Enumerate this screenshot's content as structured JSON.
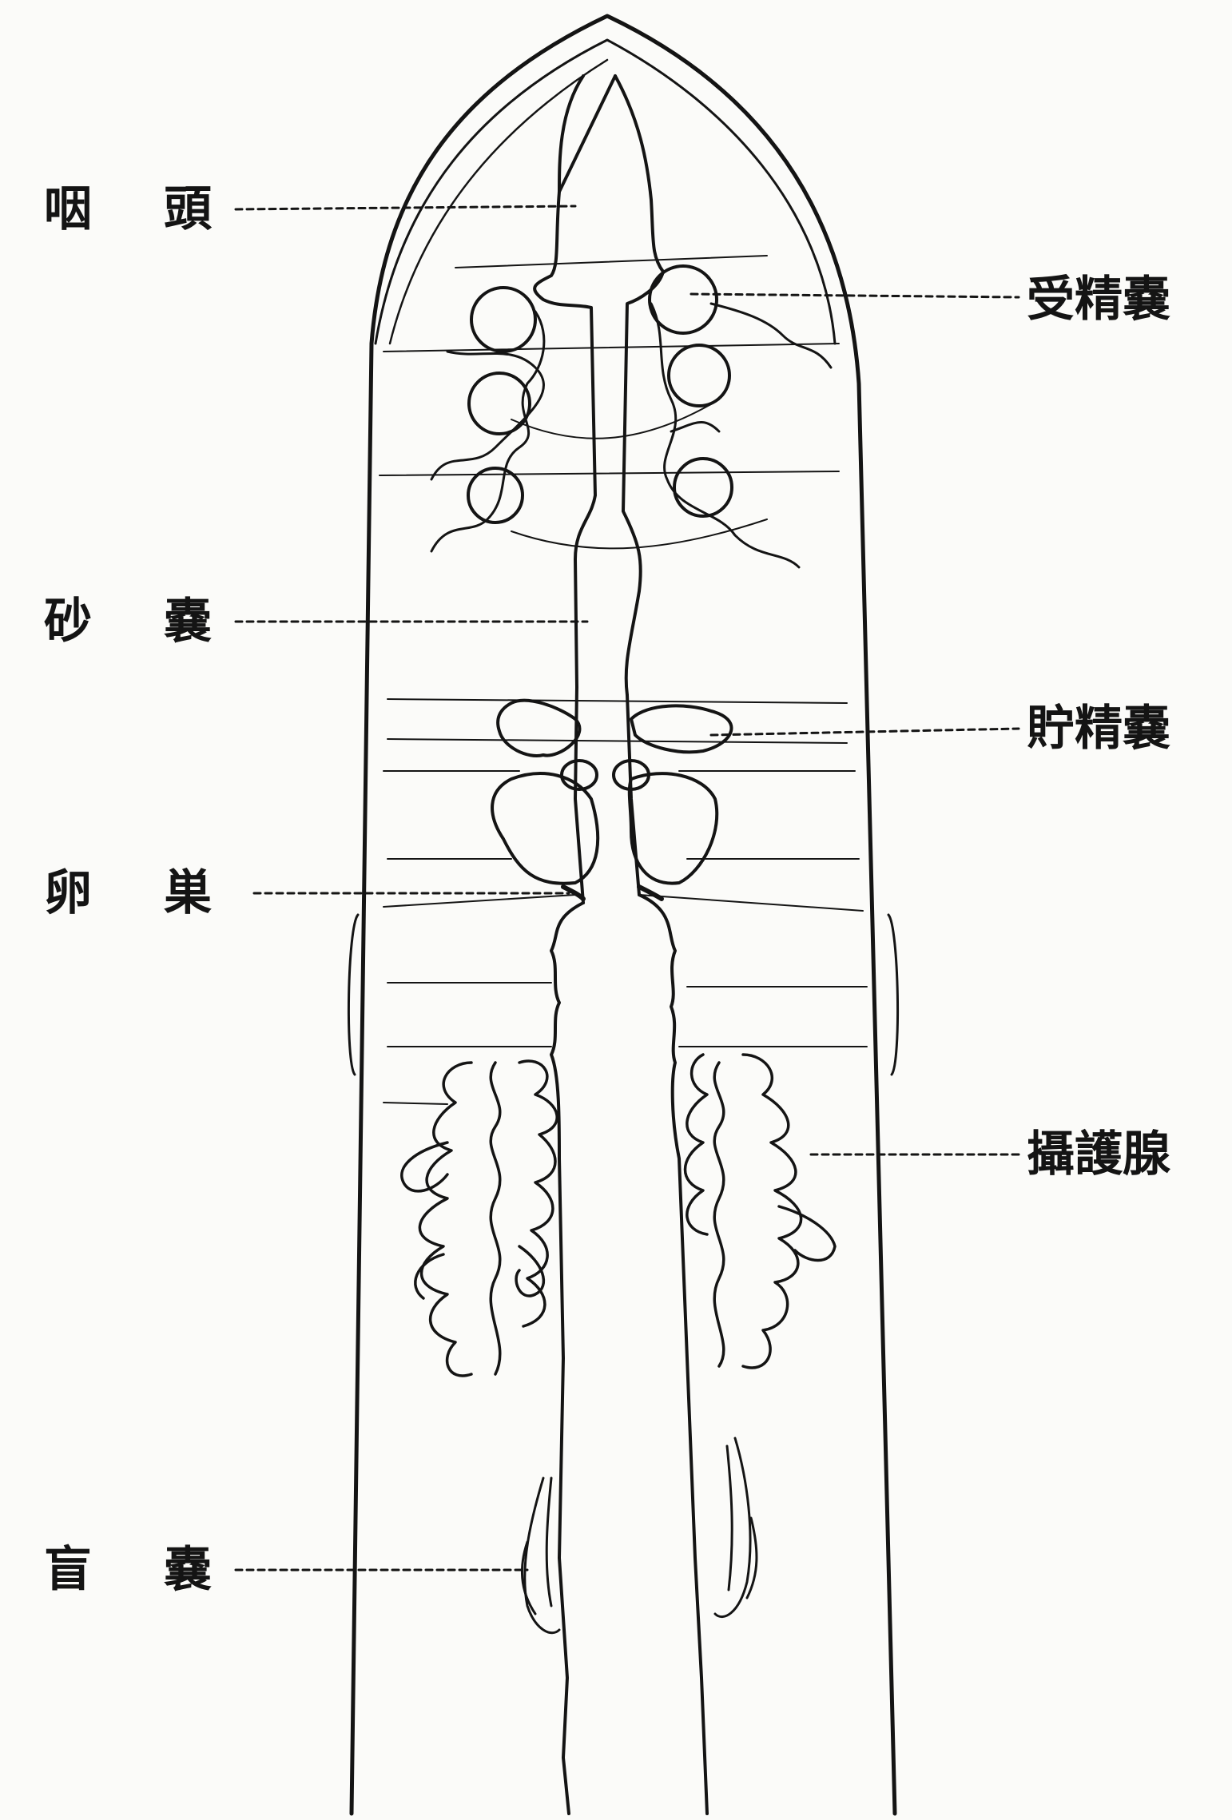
{
  "colors": {
    "ink": "#141414",
    "paper": "#fbfbf9"
  },
  "labels": {
    "pharynx": {
      "left_char": "咽",
      "right_char": "頭"
    },
    "gizzard": {
      "left_char": "砂",
      "right_char": "嚢"
    },
    "ovary": {
      "left_char": "卵",
      "right_char": "巣"
    },
    "caecum": {
      "left_char": "盲",
      "right_char": "嚢"
    },
    "spermatheca": "受精嚢",
    "seminal_vesicle": "貯精嚢",
    "prostate_gland": "攝護腺"
  }
}
